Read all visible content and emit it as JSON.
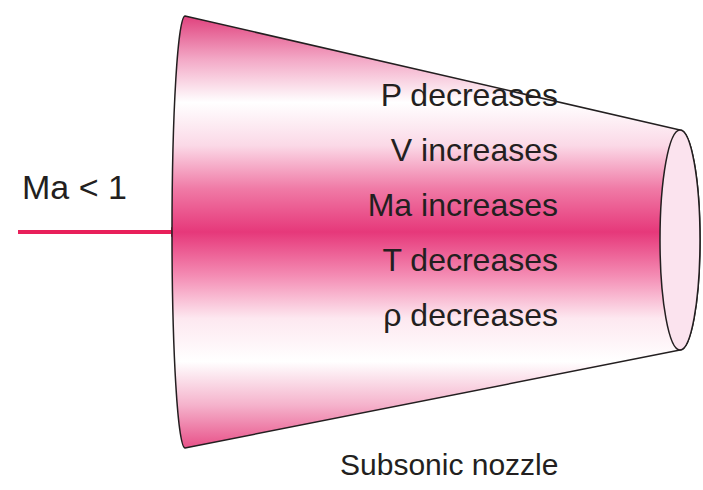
{
  "diagram": {
    "caption": "Subsonic nozzle",
    "nodes": [
      {
        "text": [
          "P decreases",
          "V increases",
          "Ma increases",
          "T decreases",
          "ρ decreases"
        ]
      }
    ],
    "labels": [
      "Ma < 1"
    ]
  }
}
